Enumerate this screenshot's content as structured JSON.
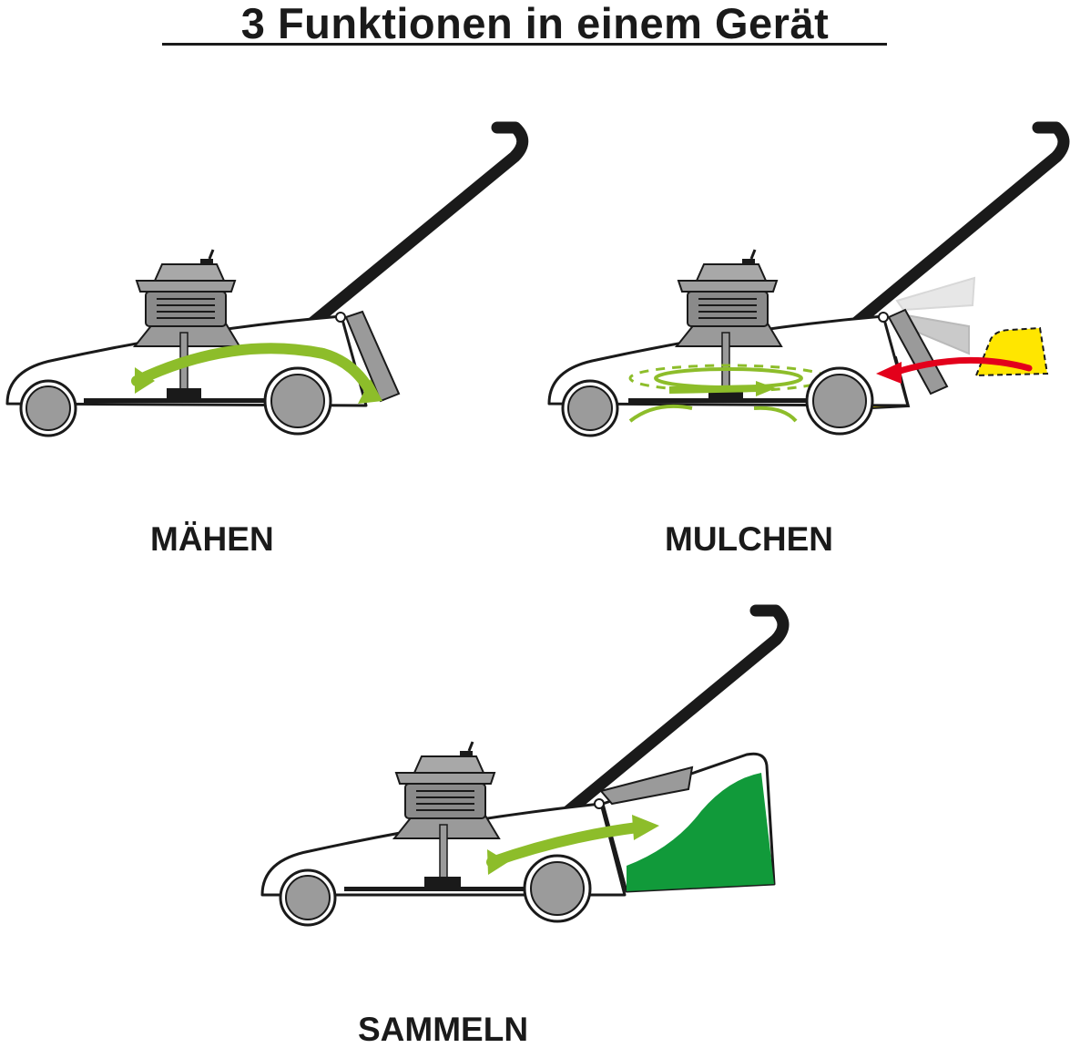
{
  "title": "3 Funktionen in einem Gerät",
  "panels": [
    {
      "label": "MÄHEN"
    },
    {
      "label": "MULCHEN"
    },
    {
      "label": "SAMMELN"
    }
  ],
  "colors": {
    "body_outline": "#1a1a1a",
    "engine_gray": "#9a9a9a",
    "wheel_gray": "#9b9b9b",
    "arrow_green": "#8dbd2a",
    "mulch_yellow": "#ffe600",
    "arrow_red": "#e3001b",
    "bag_green": "#119a3a"
  }
}
